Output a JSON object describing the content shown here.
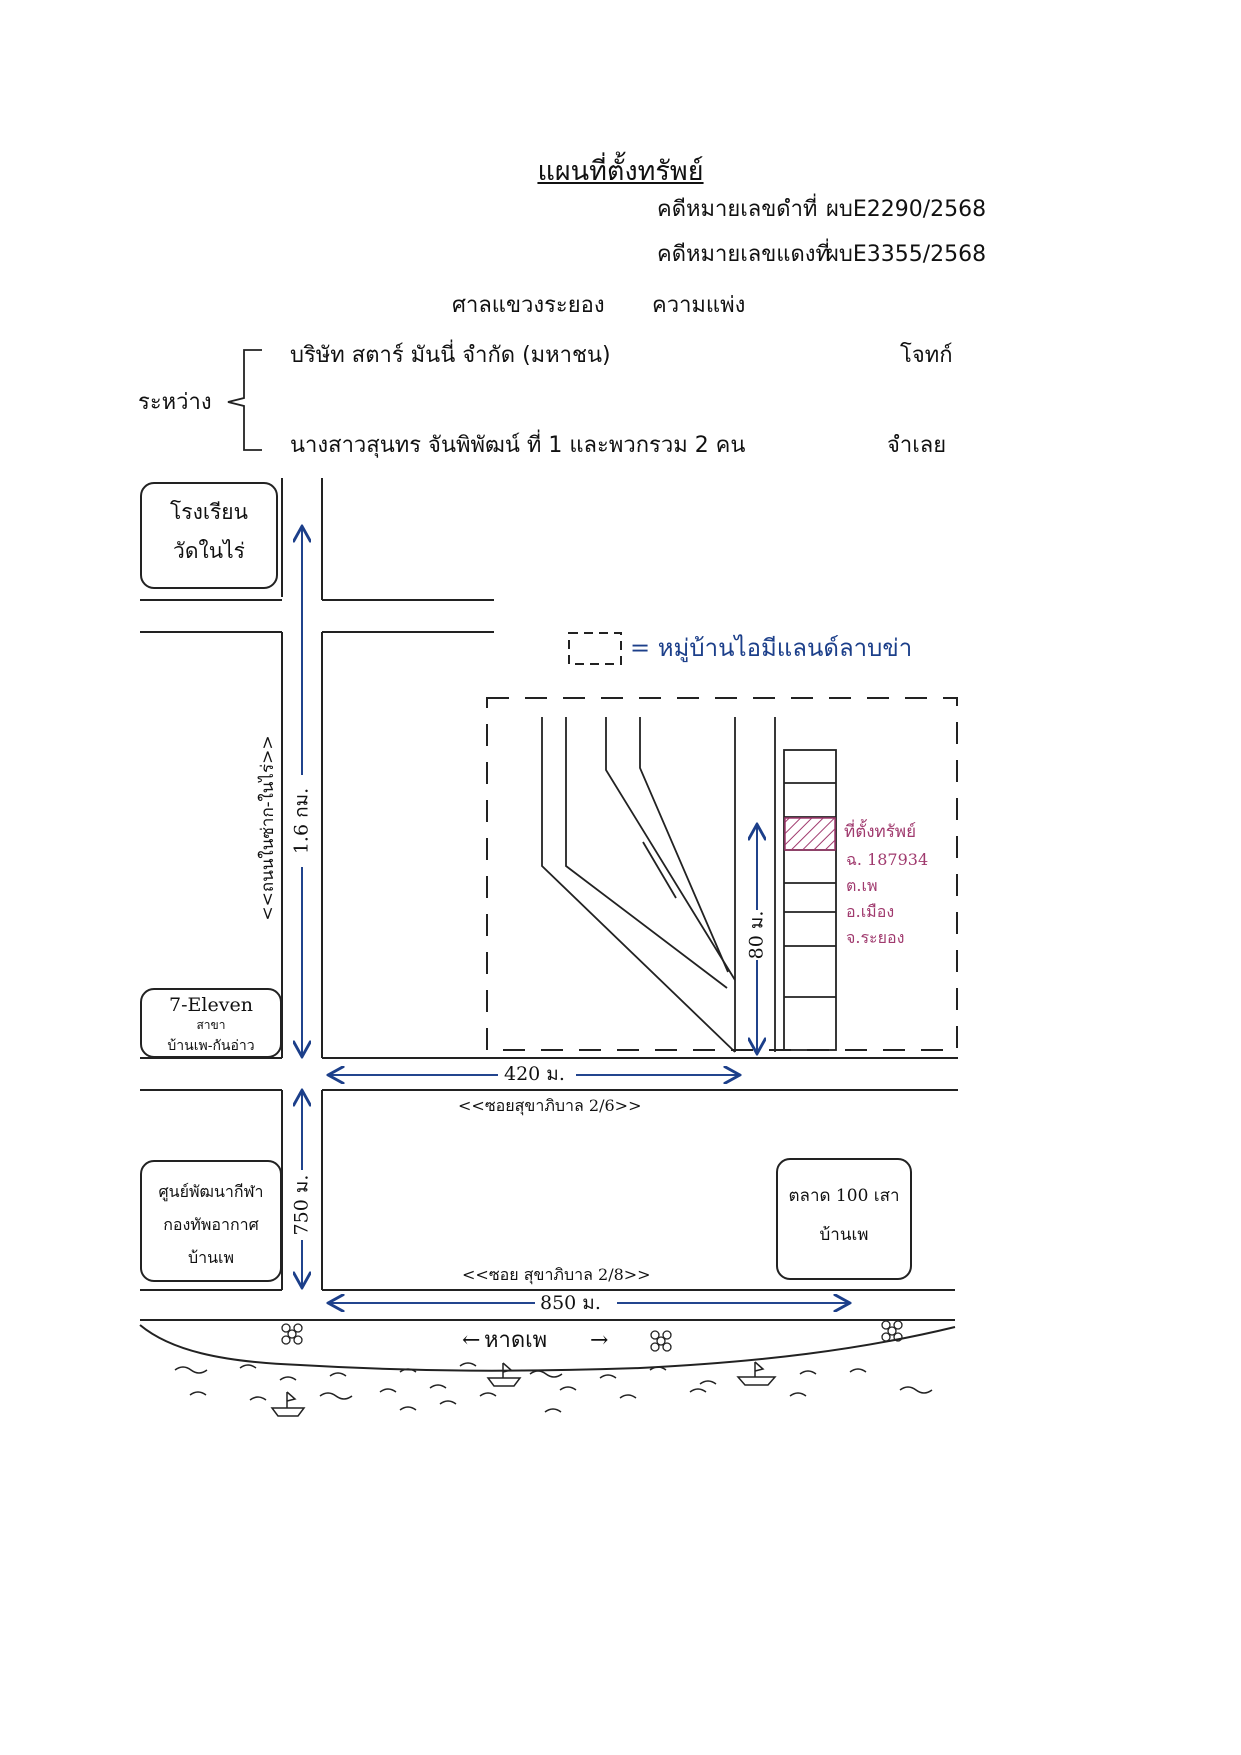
{
  "header": {
    "title": "แผนที่ตั้งทรัพย์",
    "black_case_label": "คดีหมายเลขดำที่",
    "black_case_no": "ผบE2290/2568",
    "red_case_label": "คดีหมายเลขแดงที่",
    "red_case_no": "ผบE3355/2568",
    "court": "ศาลแขวงระยอง",
    "case_type": "ความแพ่ง",
    "between": "ระหว่าง",
    "plaintiff": "บริษัท สตาร์ มันนี่ จำกัด (มหาชน)",
    "plaintiff_role": "โจทก์",
    "defendant": "นางสาวสุนทร จันพิพัฒน์ ที่ 1 และพวกรวม 2 คน",
    "defendant_role": "จำเลย"
  },
  "map": {
    "school": [
      "โรงเรียน",
      "วัดในไร่"
    ],
    "legend": "= หมู่บ้านไอมีแลนด์ลาบข่า",
    "property_label": [
      "ที่ตั้งทรัพย์",
      "ฉ. 187934",
      "ต.เพ",
      "อ.เมือง",
      "จ.ระยอง"
    ],
    "seven_eleven": [
      "7-Eleven",
      "สาขา",
      "บ้านเพ-กันอ่าว"
    ],
    "sports_center": [
      "ศูนย์พัฒนากีฬา",
      "กองทัพอากาศ",
      "บ้านเพ"
    ],
    "market": [
      "ตลาด 100 เสา",
      "บ้านเพ"
    ],
    "road_main": "<<ถนนในซ่าก-ในไร่>>",
    "dist_north": "1.6 กม.",
    "dist_80": "80 ม.",
    "dist_420": "420 ม.",
    "road_soi_26": "<<ซอยสุขาภิบาล 2/6>>",
    "dist_750": "750 ม.",
    "road_soi_28": "<<ซอย สุขาภิบาล 2/8>>",
    "dist_850": "850 ม.",
    "beach": "หาดเพ"
  },
  "colors": {
    "ink": "#1a1a1a",
    "blue": "#1c3f8a",
    "purple": "#a03a6e"
  }
}
